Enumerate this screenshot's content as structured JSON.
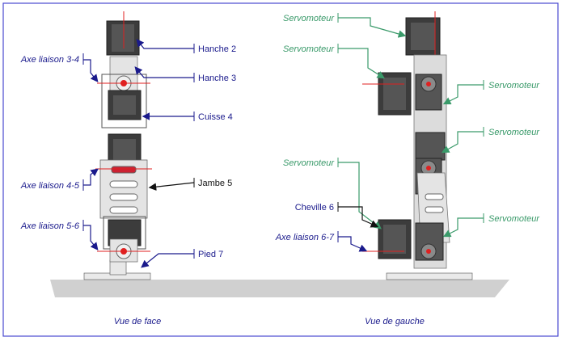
{
  "front_view": {
    "caption": "Vue de face",
    "labels": {
      "hanche2": "Hanche 2",
      "hanche3": "Hanche 3",
      "cuisse4": "Cuisse 4",
      "jambe5": "Jambe 5",
      "pied7": "Pied  7",
      "axe34": "Axe liaison 3-4",
      "axe45": "Axe liaison 4-5",
      "axe56": "Axe liaison 5-6"
    }
  },
  "left_view": {
    "caption": "Vue de gauche",
    "labels": {
      "servo1": "Servomoteur",
      "servo2": "Servomoteur",
      "servo3": "Servomoteur",
      "servo4": "Servomoteur",
      "servo5": "Servomoteur",
      "servo6": "Servomoteur",
      "cheville6": "Cheville 6",
      "axe67": "Axe liaison 6-7"
    }
  },
  "colors": {
    "frame": "#4a4ad0",
    "leader_blue": "#1a1a8c",
    "label_blue": "#1a1a8c",
    "leader_green": "#3a9a6a",
    "label_green": "#3a9a6a",
    "axis_red": "#e02020",
    "servo_dark": "#3c3c3c",
    "bracket": "#d8d8d8",
    "ground": "#cfcfcf"
  }
}
